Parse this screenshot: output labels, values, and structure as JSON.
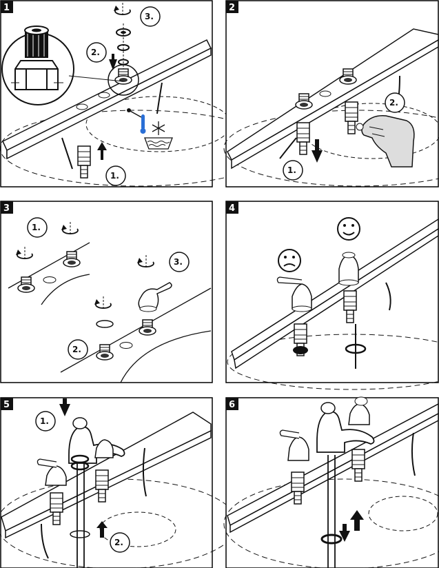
{
  "panels": [
    {
      "id": "1",
      "callouts": [
        "1.",
        "2.",
        "3."
      ]
    },
    {
      "id": "2",
      "callouts": [
        "1.",
        "2."
      ]
    },
    {
      "id": "3",
      "callouts": [
        "1.",
        "2.",
        "3."
      ]
    },
    {
      "id": "4",
      "callouts": []
    },
    {
      "id": "5",
      "callouts": [
        "1.",
        "2."
      ]
    },
    {
      "id": "6",
      "callouts": []
    }
  ],
  "colors": {
    "ink": "#111111",
    "thermometer": "#2a6fd6",
    "frame": "#000000"
  },
  "icons": [
    "magnifier-detail-icon",
    "snowflake-icon",
    "thermometer-icon",
    "water-icon",
    "happy-face-icon",
    "sad-face-icon",
    "rotation-arrow-icon",
    "hand-icon",
    "down-arrow-icon",
    "up-arrow-icon"
  ]
}
